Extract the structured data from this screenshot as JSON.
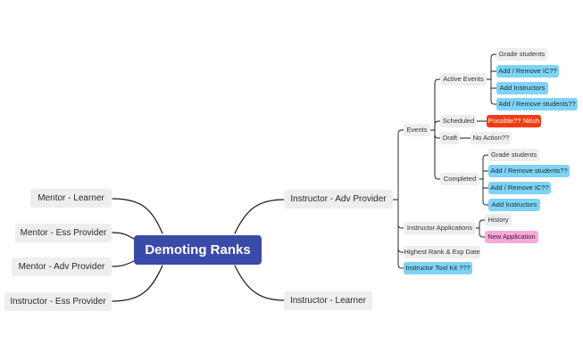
{
  "root": {
    "label": "Demoting Ranks"
  },
  "left_branches": [
    {
      "label": "Mentor - Learner"
    },
    {
      "label": "Mentor - Ess Provider"
    },
    {
      "label": "Mentor - Adv Provider"
    },
    {
      "label": "Instructor - Ess Provider"
    }
  ],
  "right_branches": {
    "adv_provider": {
      "label": "Instructor - Adv Provider",
      "events": {
        "label": "Events",
        "active": {
          "label": "Active Events",
          "items": [
            {
              "label": "Grade students",
              "style": "plain"
            },
            {
              "label": "Add / Remove IC??",
              "style": "blue"
            },
            {
              "label": "Add Instructors",
              "style": "blue"
            },
            {
              "label": "Add / Remove students??",
              "style": "blue"
            }
          ]
        },
        "scheduled": {
          "label": "Scheduled",
          "items": [
            {
              "label": "Possible?? Nitish",
              "style": "red"
            }
          ]
        },
        "draft": {
          "label": "Draft",
          "items": [
            {
              "label": "No Action??",
              "style": "plain"
            }
          ]
        },
        "completed": {
          "label": "Completed",
          "items": [
            {
              "label": "Grade students",
              "style": "plain"
            },
            {
              "label": "Add / Remove students??",
              "style": "blue"
            },
            {
              "label": "Add / Remove IC??",
              "style": "blue"
            },
            {
              "label": "Add Instructors",
              "style": "blue"
            }
          ]
        }
      },
      "applications": {
        "label": "Instructor Applications",
        "items": [
          {
            "label": "History",
            "style": "plain"
          },
          {
            "label": "New Application",
            "style": "pink"
          }
        ]
      },
      "highest_rank": {
        "label": "Highest Rank & Exp Date"
      },
      "toolkit": {
        "label": "Instructor Tool Kit ???",
        "style": "blue"
      }
    },
    "learner": {
      "label": "Instructor - Learner"
    }
  },
  "colors": {
    "root_bg": "#3a4aa8",
    "node_bg": "#eeeeee",
    "highlight_blue": "#7fd3f3",
    "highlight_red": "#f23c13",
    "highlight_pink": "#f7a9d7",
    "connector": "#1a1a1a"
  }
}
